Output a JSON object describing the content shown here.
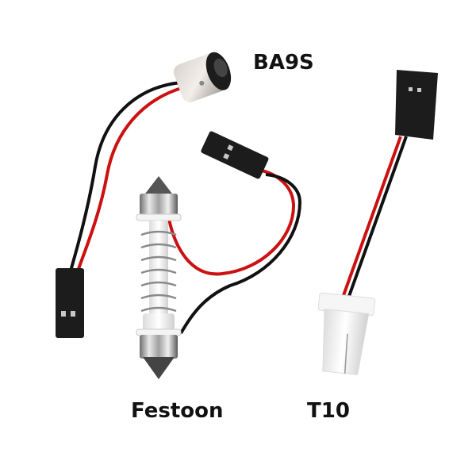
{
  "image": {
    "description": "Product photo of three LED bulb adapter types with two-wire red/black leads and dupont connectors",
    "background": "#ffffff"
  },
  "labels": {
    "ba9s": "BA9S",
    "festoon": "Festoon",
    "t10": "T10"
  },
  "items": [
    {
      "name": "BA9S",
      "type": "metal bayonet socket base with red/black leads and black 2-pin connector"
    },
    {
      "name": "Festoon",
      "type": "double-ended festoon bulb with spring, red/black leads and black 2-pin connector"
    },
    {
      "name": "T10",
      "type": "white wedge base with red/black leads and black 2-pin connector"
    }
  ],
  "colors": {
    "wire_red": "#cc1111",
    "wire_black": "#111111",
    "connector": "#1c1c1c",
    "metal": "#b8b8b8",
    "plastic_white": "#f2f2f2"
  }
}
